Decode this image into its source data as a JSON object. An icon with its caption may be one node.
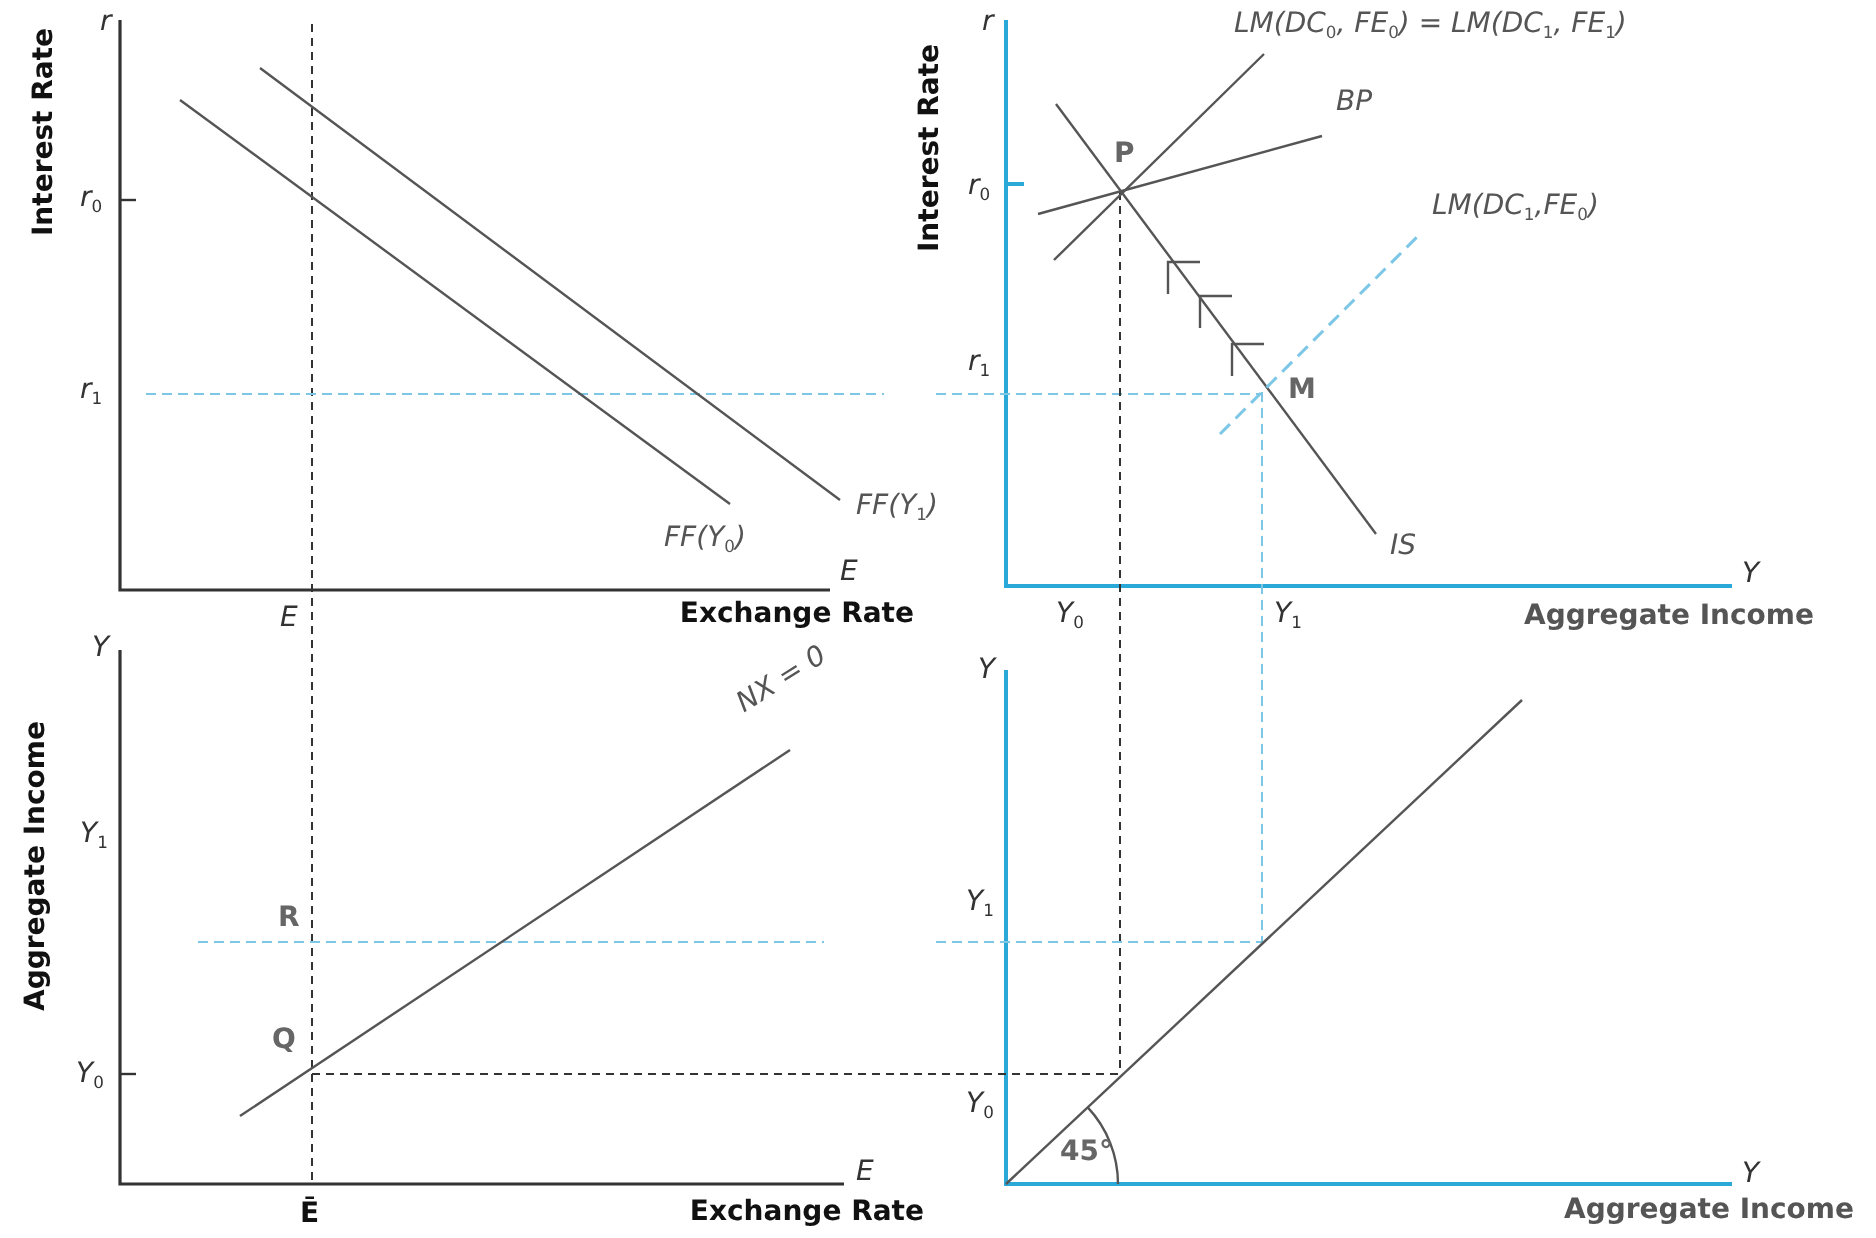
{
  "diagram": {
    "labels": [
      "r",
      "Interest Rate",
      "r$_{0}$",
      "r$_{1}$",
      "FF(Y$_{0}$)",
      "FF(Y$_{1}$)",
      "E",
      "E",
      "Exchange Rate",
      "r",
      "Interest Rate",
      "LM(DC$_{0}$, FE$_{0}$) = LM(DC$_{1}$, FE$_{1}$)",
      "BP",
      "P",
      "r$_{0}$",
      "LM(DC$_{1}$,FE$_{0}$)",
      "r$_{1}$",
      "M",
      "IS",
      "Y",
      "Y$_{0}$",
      "Y$_{1}$",
      "Aggregate Income",
      "Y",
      "Aggregate Income",
      "NX = 0",
      "Y$_{1}$",
      "R",
      "Q",
      "Y$_{0}$",
      "E",
      "Ē",
      "Exchange Rate",
      "Y",
      "Y$_{1}$",
      "Y$_{0}$",
      "45°",
      "Y",
      "Aggregate Income"
    ]
  }
}
